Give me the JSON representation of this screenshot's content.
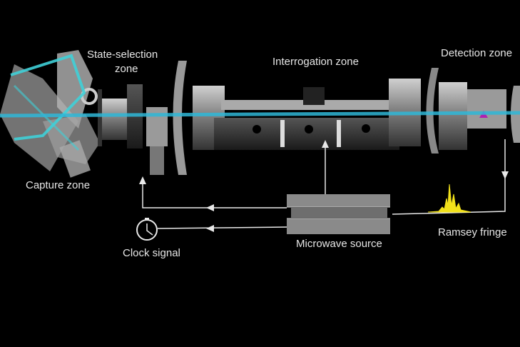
{
  "labels": {
    "state_selection_line1": "State-selection",
    "state_selection_line2": "zone",
    "interrogation": "Interrogation zone",
    "detection": "Detection zone",
    "capture": "Capture zone",
    "clock_signal": "Clock signal",
    "microwave_source": "Microwave source",
    "ramsey_fringe": "Ramsey fringe"
  },
  "colors": {
    "beam": "#2fb8d8",
    "laser": "#3fd0d8",
    "fringe": "#f2e21a",
    "line": "#e8e8e8",
    "metal": "#8a8a8a",
    "detector_marker": "#b020b0"
  }
}
